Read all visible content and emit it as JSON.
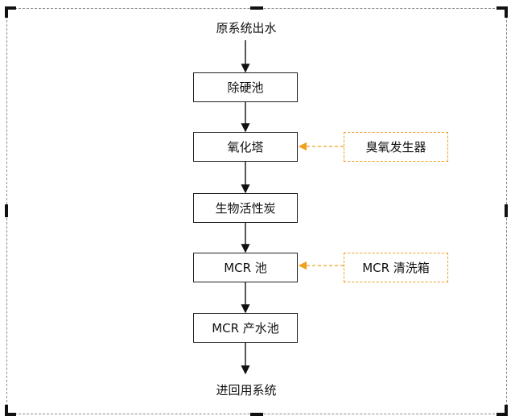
{
  "diagram": {
    "start_label": "原系统出水",
    "end_label": "进回用系统",
    "steps": [
      "除硬池",
      "氧化塔",
      "生物活性炭",
      "MCR 池",
      "MCR 产水池"
    ],
    "auxiliaries": [
      {
        "label": "臭氧发生器",
        "feeds": "氧化塔"
      },
      {
        "label": "MCR 清洗箱",
        "feeds": "MCR 池"
      }
    ],
    "colors": {
      "main": "#111111",
      "aux_border": "#f0a020",
      "aux_arrow": "#f0a020",
      "frame": "#8a8a8a"
    }
  }
}
